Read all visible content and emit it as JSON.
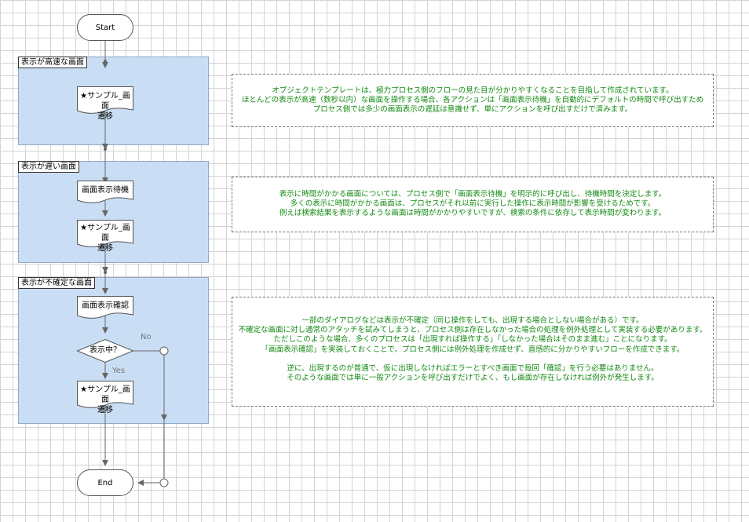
{
  "terminals": {
    "start": "Start",
    "end": "End"
  },
  "lanes": [
    {
      "title": "表示が高速な画面"
    },
    {
      "title": "表示が遅い画面"
    },
    {
      "title": "表示が不確定な画面"
    }
  ],
  "shapes": {
    "sample_transition": "★サンプル_画面\n遷移",
    "wait_screen": "画面表示待機",
    "check_screen": "画面表示確認",
    "decision": "表示中？"
  },
  "branch_labels": {
    "no": "No",
    "yes": "Yes"
  },
  "notes": [
    "オブジェクトテンプレートは、極力プロセス側のフローの見た目が分かりやすくなることを目指して作成されています。\nほとんどの表示が高速（数秒以内）な画面を操作する場合、各アクションは「画面表示待機」を自動的にデフォルトの時間で呼び出すため\nプロセス側では多少の画面表示の遅延は意識せず、単にアクションを呼び出すだけで済みます。",
    "表示に時間がかかる画面については、プロセス側で「画面表示待機」を明示的に呼び出し、待機時間を決定します。\n多くの表示に時間がかかる画面は、プロセスがそれ以前に実行した操作に表示時間が影響を受けるためです。\n例えば検索結果を表示するような画面は時間がかかりやすいですが、検索の条件に依存して表示時間が変わります。",
    "一部のダイアログなどは表示が不確定（同じ操作をしても、出現する場合としない場合がある）です。\n不確定な画面に対し通常のアタッチを試みてしまうと、プロセス側は存在しなかった場合の処理を例外処理として実装する必要があります。\nただしこのような場合、多くのプロセスは「出現すれば操作する」「しなかった場合はそのまま進む」ことになります。\n「画面表示確認」を実装しておくことで、プロセス側には例外処理を作成せず、直感的に分かりやすいフローを作成できます。\n\n逆に、出現するのが普通で、仮に出現しなければエラーとすべき画面で毎回「確認」を行う必要はありません。\nそのような画面では単に一般アクションを呼び出すだけでよく、もし画面が存在しなければ例外が発生します。"
  ],
  "colors": {
    "lane_fill": "#c9def5",
    "note_text": "#128a12",
    "connector": "#666666"
  }
}
